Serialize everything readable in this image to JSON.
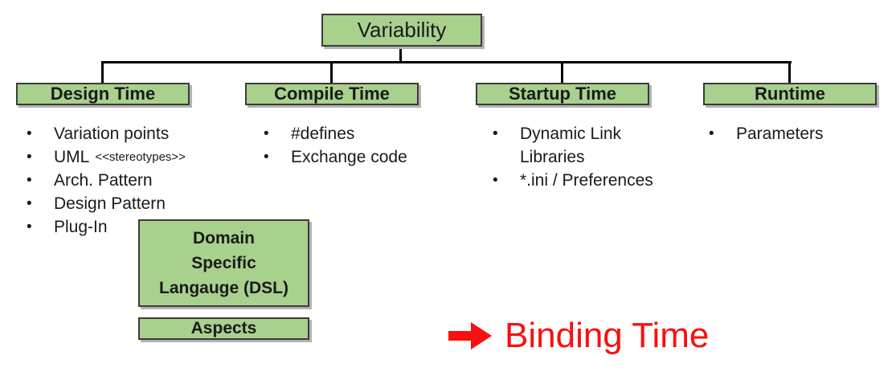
{
  "diagram": {
    "title_hidden": "",
    "root": {
      "label": "Variability"
    },
    "branches": [
      {
        "label": "Design Time"
      },
      {
        "label": "Compile Time"
      },
      {
        "label": "Startup Time"
      },
      {
        "label": "Runtime"
      }
    ],
    "lists": {
      "design": {
        "items": [
          {
            "bullet": "•",
            "text": "Variation points"
          },
          {
            "bullet": "•",
            "text": "UML",
            "suffix": "<<stereotypes>>"
          },
          {
            "bullet": "•",
            "text": "Arch. Pattern"
          },
          {
            "bullet": "•",
            "text": "Design Pattern"
          },
          {
            "bullet": "•",
            "text": "Plug-In"
          }
        ]
      },
      "compile": {
        "items": [
          {
            "bullet": "•",
            "text": "#defines"
          },
          {
            "bullet": "•",
            "text": "Exchange code"
          }
        ]
      },
      "startup": {
        "items": [
          {
            "bullet": "•",
            "text": "Dynamic Link Libraries"
          },
          {
            "bullet": "•",
            "text": "*.ini / Preferences"
          }
        ]
      },
      "runtime": {
        "items": [
          {
            "bullet": "•",
            "text": "Parameters"
          }
        ]
      }
    },
    "extra_boxes": {
      "dsl": {
        "label": "Domain\nSpecific\nLangauge (DSL)"
      },
      "aspects": {
        "label": "Aspects"
      }
    },
    "annotation": {
      "label": "Binding Time",
      "arrow_icon": "right-arrow"
    },
    "colors": {
      "box_fill": "#a9d18e",
      "box_border": "#3b3b3b",
      "connector_line": "#000000",
      "annotation_red": "#fa0f0f"
    }
  }
}
